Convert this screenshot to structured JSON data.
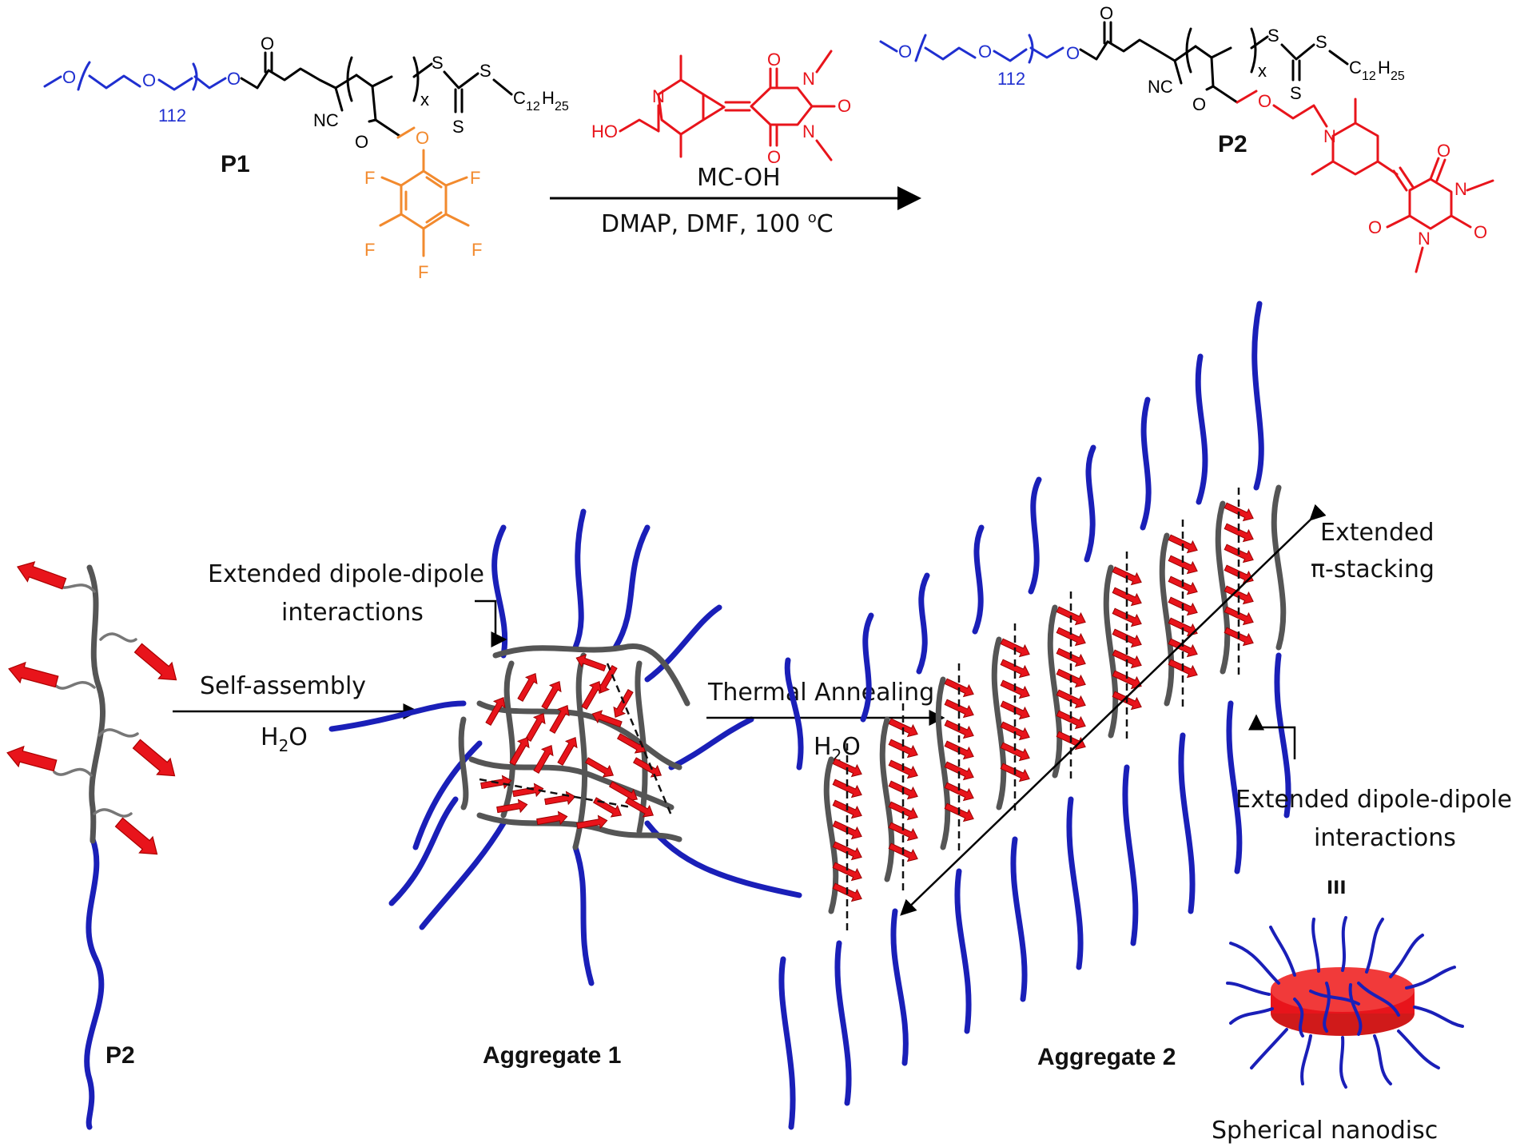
{
  "polymer_P1": {
    "label": "P1",
    "peg_repeat": "112",
    "block_repeat": "x",
    "nitrile": "NC",
    "chain_end": "C12H25",
    "chain_end_sub": "12",
    "chain_end_sub2": "25",
    "fluorine": "F"
  },
  "polymer_P2": {
    "label": "P2",
    "peg_repeat": "112",
    "block_repeat": "x",
    "nitrile": "NC"
  },
  "reagent": {
    "name": "MC-OH",
    "hydroxyl": "HO",
    "conditions_1": "DMAP,  DMF, 100 ",
    "conditions_deg": "o",
    "conditions_2": "C"
  },
  "steps": {
    "self_assembly": "Self-assembly",
    "thermal_annealing": "Thermal Annealing",
    "solvent": "H",
    "solvent_sub": "2",
    "solvent_end": "O"
  },
  "annotations": {
    "dipole_left_1": "Extended dipole-dipole",
    "dipole_left_2": "interactions",
    "pi_1": "Extended",
    "pi_2": "π-stacking",
    "dipole_right_1": "Extended dipole-dipole",
    "dipole_right_2": "interactions",
    "equiv": "III"
  },
  "labels": {
    "p2": "P2",
    "aggregate1": "Aggregate 1",
    "aggregate2": "Aggregate 2",
    "nanodisc": "Spherical nanodisc"
  },
  "colors": {
    "peg": "#1a1fb8",
    "merocyanine": "#e8141b",
    "pentafluorophenyl": "#f28a2e",
    "backbone": "#555555"
  }
}
